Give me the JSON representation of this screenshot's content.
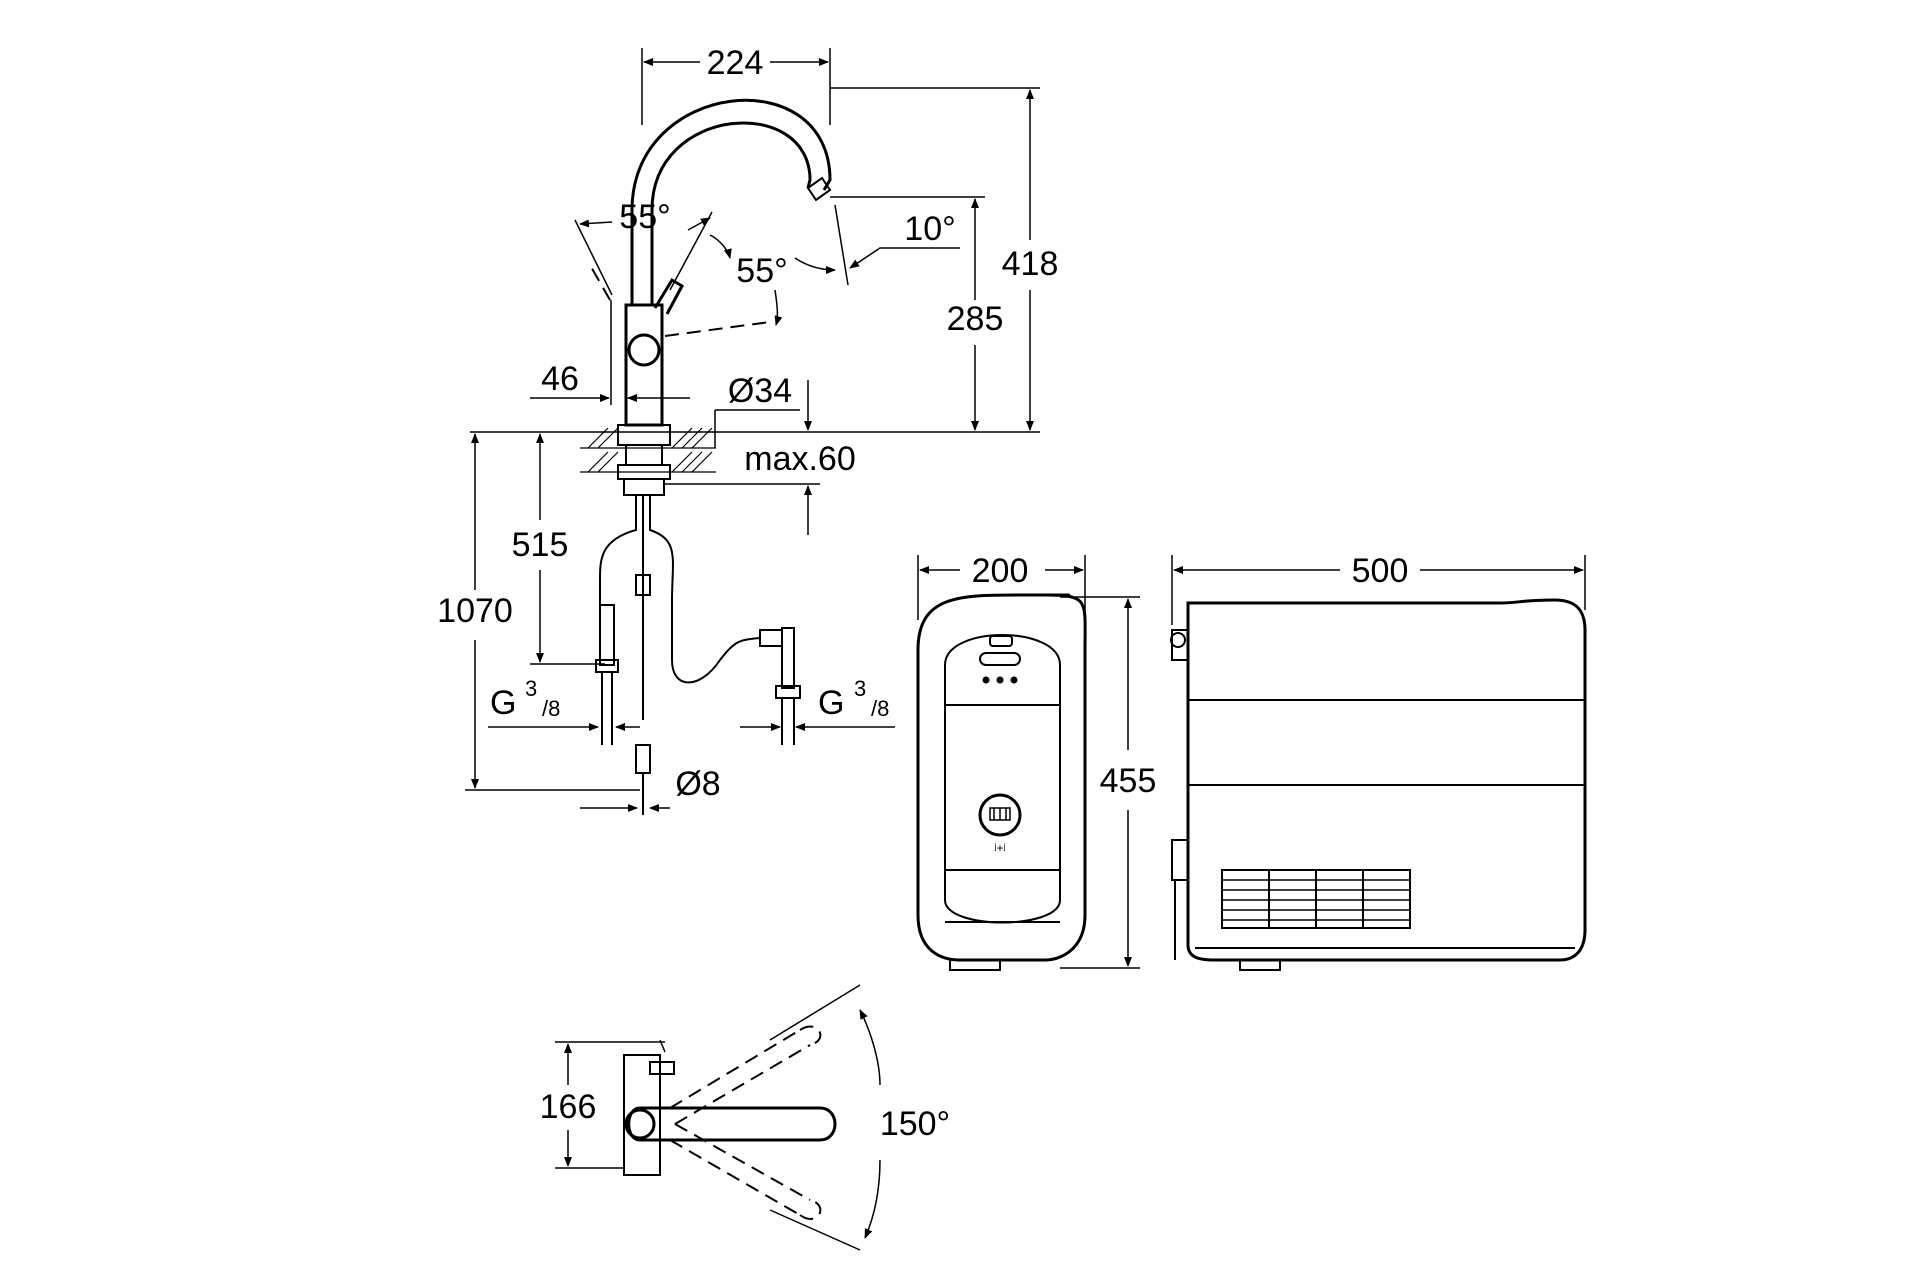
{
  "dimensions": {
    "spout_reach": "224",
    "total_height": "418",
    "spout_height": "285",
    "lever_angle_left": "55°",
    "lever_angle_right": "55°",
    "spout_tilt": "10°",
    "lever_offset": "46",
    "body_diameter": "Ø34",
    "deck_thickness": "max.60",
    "hose_length_upper": "515",
    "hose_length_total": "1070",
    "connection_left_base": "G",
    "connection_left_num": "3",
    "connection_left_den": "/8",
    "connection_right_base": "G",
    "connection_right_num": "3",
    "connection_right_den": "/8",
    "pipe_diameter": "Ø8",
    "boiler_width": "200",
    "boiler_depth": "500",
    "boiler_height": "455",
    "top_view_height": "166",
    "swivel_angle": "150°"
  },
  "colors": {
    "line": "#000000",
    "background": "#ffffff",
    "fill_grey": "#eeeeee"
  },
  "icons": {
    "filter_display": "filter-icon",
    "indicator": "indicator-dots-icon"
  }
}
